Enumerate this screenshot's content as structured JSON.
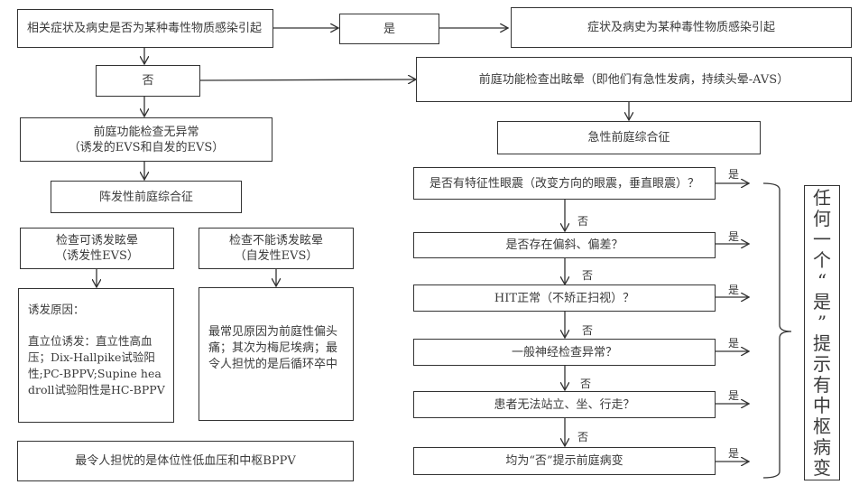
{
  "flowchart": {
    "start_question": "相关症状及病史是否为某种毒性物质感染引起",
    "yes_label": "是",
    "toxic_result": "症状及病史为某种毒性物质感染引起",
    "no_label": "否",
    "vestibular_vertigo": "前庭功能检查出眩晕（即他们有急性发病，持续头晕-AVS）",
    "acute_syndrome": "急性前庭综合征",
    "normal_exam_line1": "前庭功能检查无异常",
    "normal_exam_line2": "（诱发的EVS和自发的EVS）",
    "episodic_syndrome": "阵发性前庭综合征",
    "triggered": {
      "line1": "检查可诱发眩晕",
      "line2": "（诱发性EVS）"
    },
    "spontaneous": {
      "line1": "检查不能诱发眩晕",
      "line2": "（自发性EVS）"
    },
    "triggered_causes": {
      "title": "诱发原因：",
      "body": "直立位诱发：直立性高血压；Dix-Hallpike试验阳性;PC-BPPV;Supine headroll试验阳性是HC-BPPV"
    },
    "spontaneous_causes": "最常见原因为前庭性偏头痛；其次为梅尼埃病；最令人担忧的是后循环卒中",
    "concern": "最令人担忧的是体位性低血压和中枢BPPV",
    "questions": [
      {
        "text": "是否有特征性眼震（改变方向的眼震，垂直眼震）？",
        "yes": "是",
        "no": "否"
      },
      {
        "text": "是否存在偏斜、偏差？",
        "yes": "是",
        "no": "否"
      },
      {
        "text": "HIT正常（不矫正扫视）？",
        "yes": "是",
        "no": "否"
      },
      {
        "text": "一般神经检查异常？",
        "yes": "是",
        "no": "否"
      },
      {
        "text": "患者无法站立、坐、行走？",
        "yes": "是",
        "no": "否"
      },
      {
        "text": "均为“否”提示前庭病变",
        "yes": "是"
      }
    ],
    "central_conclusion": [
      "任",
      "何",
      "一",
      "个",
      "“",
      "是",
      "”",
      "提",
      "示",
      "有",
      "中",
      "枢",
      "病",
      "变"
    ]
  }
}
